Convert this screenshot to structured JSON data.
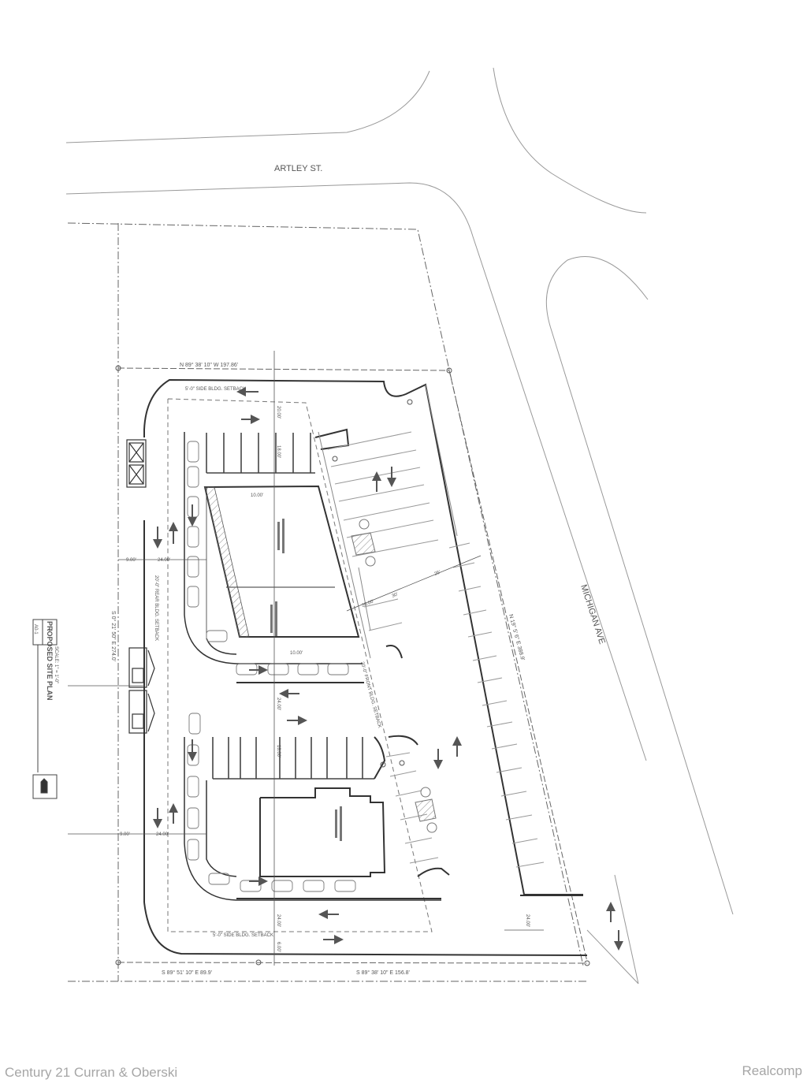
{
  "streets": {
    "north": "ARTLEY ST.",
    "east": "MICHIGAN AVE"
  },
  "bearings": {
    "north_line": "N 89° 38' 10\" W 197.86'",
    "south_line": "S 89° 38' 10\" E 156.8'",
    "south_line_west": "S 89° 51' 10\" E 89.9'",
    "east_line": "N 19° 5' 6\" E 388.9'",
    "west_line": "S 0° 21' 50\" E 274.0'"
  },
  "setbacks": {
    "north_side": "5'-0\" SIDE BLDG. SETBACK",
    "south_side": "5'-0\" SIDE BLDG. SETBACK",
    "rear": "20'-0\" REAR BLDG. SETBACK",
    "front": "20'-0\" FRONT BLDG. SETBACK"
  },
  "dimensions": {
    "d_20": "20.00'",
    "d_24": "24.00'",
    "d_9": "9.00'",
    "d_18": "18.00'",
    "d_10": "10.00'",
    "d_6": "6.00'",
    "d_30": "30'",
    "d_25": "25'"
  },
  "title_block": {
    "title": "PROPOSED SITE PLAN",
    "sheet": "A0-1",
    "scale": "SCALE: 1\" = 1'-0\"",
    "number": "1"
  },
  "footer": {
    "left": "Century 21 Curran & Oberski",
    "right": "Realcomp"
  },
  "colors": {
    "line": "#444444",
    "thin": "#888888",
    "faint": "#bbbbbb",
    "footer_text": "#a6a6a6"
  }
}
